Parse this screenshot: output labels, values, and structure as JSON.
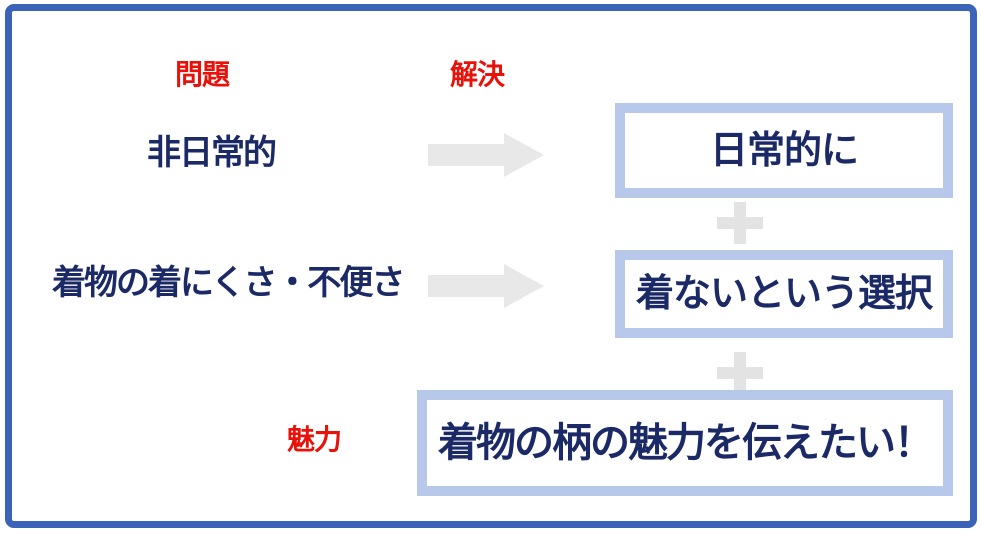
{
  "colors": {
    "accent_blue": "#3b63b8",
    "box_border": "#b7c8ea",
    "navy_text": "#1b2a66",
    "red_label": "#e8120a",
    "arrow_gray": "#e8e8e8",
    "plus_gray": "#e3e3e3"
  },
  "labels": {
    "problem": "問題",
    "solution": "解決",
    "appeal": "魅力"
  },
  "problems": [
    {
      "text": "非日常的"
    },
    {
      "text": "着物の着にくさ・不便さ"
    }
  ],
  "solutions": [
    {
      "text": "日常的に"
    },
    {
      "text": "着ないという選択"
    }
  ],
  "goal": {
    "text": "着物の柄の魅力を伝えたい！"
  }
}
